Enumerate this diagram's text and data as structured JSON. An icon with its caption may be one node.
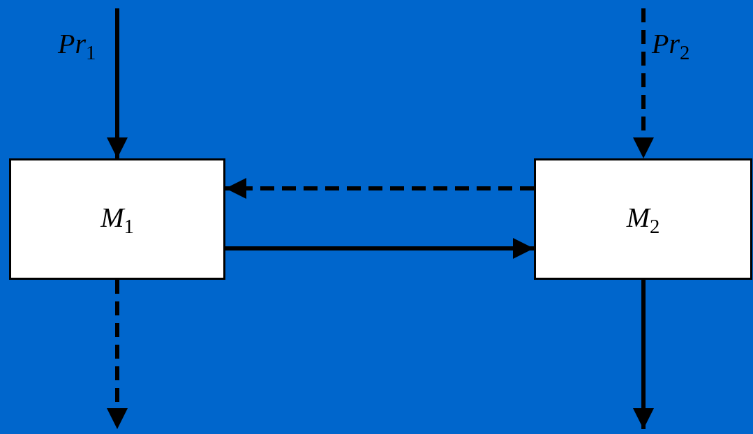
{
  "diagram": {
    "nodes": [
      {
        "text": [
          "M$_{1}$"
        ]
      },
      {
        "text": [
          "M$_{2}$"
        ]
      }
    ],
    "edges": [
      {
        "from": null,
        "to": 0,
        "arrow": "to",
        "label": "Pr$_{1}$"
      },
      {
        "from": null,
        "to": 1,
        "arrow": "to",
        "label": "Pr$_{2}$",
        "style": "dashed"
      },
      {
        "from": 1,
        "to": 0,
        "arrow": "to",
        "style": "dashed"
      },
      {
        "from": 0,
        "to": 1,
        "arrow": "to"
      },
      {
        "from": 0,
        "to": null,
        "arrow": "to",
        "style": "dashed"
      },
      {
        "from": 1,
        "to": null,
        "arrow": "to"
      }
    ]
  }
}
